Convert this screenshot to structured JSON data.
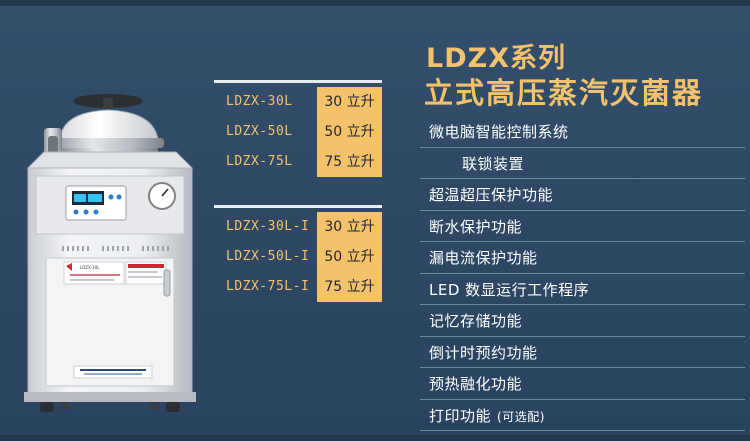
{
  "title": {
    "line1": "LDZX系列",
    "line2": "立式高压蒸汽灭菌器"
  },
  "model_groups": [
    {
      "rows": [
        {
          "model": "LDZX-30L",
          "capacity": "30 立升"
        },
        {
          "model": "LDZX-50L",
          "capacity": "50 立升"
        },
        {
          "model": "LDZX-75L",
          "capacity": "75 立升"
        }
      ]
    },
    {
      "rows": [
        {
          "model": "LDZX-30L-I",
          "capacity": "30 立升"
        },
        {
          "model": "LDZX-50L-I",
          "capacity": "50 立升"
        },
        {
          "model": "LDZX-75L-I",
          "capacity": "75 立升"
        }
      ]
    }
  ],
  "features": [
    {
      "text": "微电脑智能控制系统"
    },
    {
      "text": "联锁装置"
    },
    {
      "text": "超温超压保护功能"
    },
    {
      "text": "断水保护功能"
    },
    {
      "text": "漏电流保护功能"
    },
    {
      "text": "LED 数显运行工作程序"
    },
    {
      "text": "记忆存储功能"
    },
    {
      "text": "倒计时预约功能"
    },
    {
      "text": "预热融化功能"
    },
    {
      "text": "打印功能",
      "note": "(可选配)"
    }
  ],
  "device": {
    "panel_label": "LDZX-30L"
  },
  "colors": {
    "background": "#2f4a66",
    "accent": "#f3c26b",
    "text": "#ffffff"
  }
}
